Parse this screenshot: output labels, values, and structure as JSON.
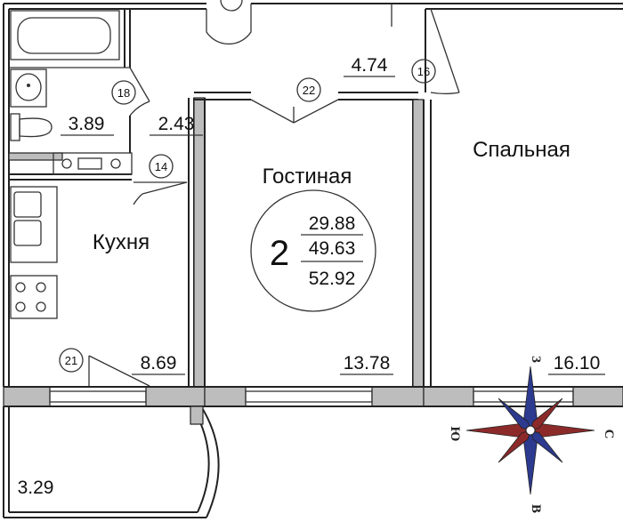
{
  "rooms": {
    "living": "Гостиная",
    "bedroom": "Спальная",
    "kitchen": "Кухня"
  },
  "areas": {
    "bathroom": "3.89",
    "hall": "2.43",
    "corridor": "4.74",
    "kitchen": "8.69",
    "living": "13.78",
    "bedroom": "16.10",
    "balcony": "3.29"
  },
  "doors": {
    "bath": "18",
    "hall": "14",
    "living": "22",
    "bedroom": "16",
    "kitchen": "21"
  },
  "summary": {
    "rooms_count": "2",
    "living_area": "29.88",
    "total_area": "49.63",
    "total_with_balcony": "52.92"
  },
  "compass": {
    "west": "З",
    "south": "Ю",
    "east": "С",
    "north": "В"
  },
  "colors": {
    "compass_blue": "#2c3a8f",
    "compass_red": "#8c2a2a",
    "wall_hatch": "#bdbdbd"
  }
}
